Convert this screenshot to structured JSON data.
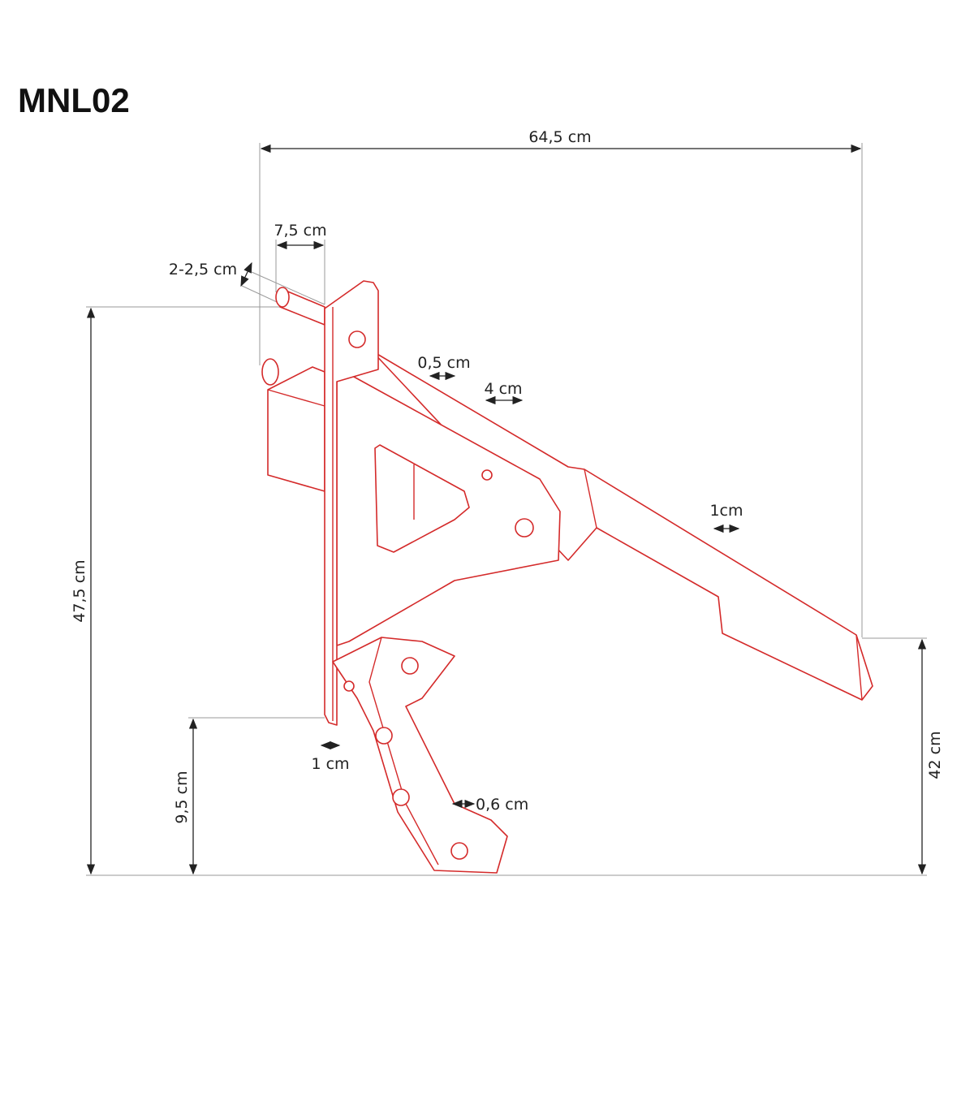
{
  "title": "MNL02",
  "dimensions": {
    "total_width": "64,5 cm",
    "pin_length": "7,5 cm",
    "pin_diameter": "2-2,5 cm",
    "total_height": "47,5 cm",
    "foot_height": "9,5 cm",
    "arm_height": "42 cm",
    "plate_thickness": "1 cm",
    "arm_slot": "0,5 cm",
    "arm_spacing": "4 cm",
    "arm_thickness": "1cm",
    "foot_thickness": "0,6 cm"
  },
  "colors": {
    "drawing": "#d42a2a",
    "dimension": "#222222"
  }
}
